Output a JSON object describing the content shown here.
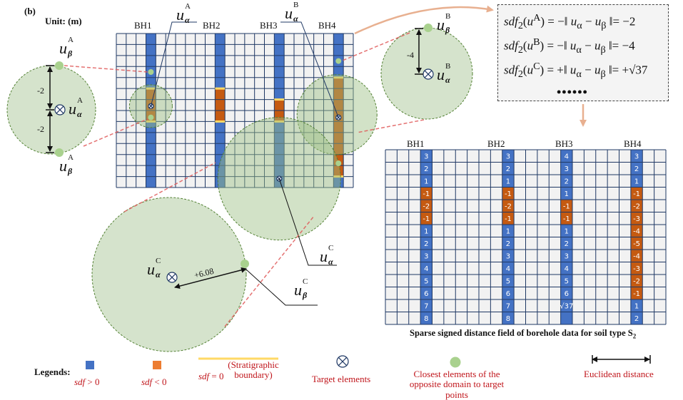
{
  "figure": {
    "panel_label": "(b)",
    "unit_label": "Unit: (m)"
  },
  "left_grid": {
    "rows": 14,
    "cols": 24,
    "boreholes": [
      {
        "label": "BH1",
        "col": 3,
        "negative_rows": [
          5,
          6,
          7
        ],
        "boundaries_after_rows": [
          4,
          7
        ]
      },
      {
        "label": "BH2",
        "col": 10,
        "negative_rows": [
          5,
          6,
          7
        ],
        "boundaries_after_rows": [
          4,
          7
        ]
      },
      {
        "label": "BH3",
        "col": 16,
        "negative_rows": [
          6,
          7
        ],
        "boundaries_after_rows": [
          5,
          7
        ]
      },
      {
        "label": "BH4",
        "col": 22,
        "negative_rows": [
          4,
          5,
          6,
          7,
          8,
          9,
          10,
          11,
          12
        ],
        "boundaries_after_rows": [
          3,
          12
        ]
      }
    ],
    "target_points": [
      {
        "id": "A",
        "label_main": "u",
        "label_sup": "A",
        "label_sub": "α"
      },
      {
        "id": "B",
        "label_main": "u",
        "label_sup": "B",
        "label_sub": "α"
      },
      {
        "id": "C",
        "label_main": "u",
        "label_sup": "C",
        "label_sub": "α"
      }
    ]
  },
  "callouts": {
    "A": {
      "alpha_label": {
        "main": "u",
        "sup": "A",
        "sub": "α"
      },
      "beta_label": {
        "main": "u",
        "sup": "A",
        "sub": "β"
      },
      "distance_up": "-2",
      "distance_down": "-2"
    },
    "B": {
      "alpha_label": {
        "main": "u",
        "sup": "B",
        "sub": "α"
      },
      "beta_label": {
        "main": "u",
        "sup": "B",
        "sub": "β"
      },
      "distance": "-4"
    },
    "C": {
      "alpha_label": {
        "main": "u",
        "sup": "C",
        "sub": "α"
      },
      "beta_label": {
        "main": "u",
        "sup": "C",
        "sub": "β"
      },
      "distance": "+6.08"
    }
  },
  "formulas": {
    "lines": [
      {
        "fn": "sdf",
        "sub": "2",
        "point_sup": "A",
        "sign": "−",
        "result": "−2"
      },
      {
        "fn": "sdf",
        "sub": "2",
        "point_sup": "B",
        "sign": "−",
        "result": "−4"
      },
      {
        "fn": "sdf",
        "sub": "2",
        "point_sup": "C",
        "sign": "+",
        "result": "+√37"
      }
    ],
    "ellipsis": "••••••"
  },
  "right_grid": {
    "rows": 14,
    "cols": 24,
    "boreholes": [
      {
        "label": "BH1",
        "col": 3,
        "values": [
          "3",
          "2",
          "1",
          "-1",
          "-2",
          "-1",
          "1",
          "2",
          "3",
          "4",
          "5",
          "6",
          "7",
          "8"
        ]
      },
      {
        "label": "BH2",
        "col": 10,
        "values": [
          "3",
          "2",
          "1",
          "-1",
          "-2",
          "-1",
          "1",
          "2",
          "3",
          "4",
          "5",
          "6",
          "7",
          "8"
        ]
      },
      {
        "label": "BH3",
        "col": 15,
        "values": [
          "4",
          "3",
          "2",
          "1",
          "-1",
          "-1",
          "1",
          "2",
          "3",
          "4",
          "5",
          "6",
          "√37",
          ""
        ]
      },
      {
        "label": "BH4",
        "col": 21,
        "values": [
          "3",
          "2",
          "1",
          "-1",
          "-2",
          "-3",
          "-4",
          "-5",
          "-4",
          "-3",
          "-2",
          "-1",
          "1",
          "2"
        ]
      }
    ],
    "caption": "Sparse signed distance field of  borehole data for soil type S",
    "caption_sub": "2"
  },
  "legend": {
    "title": "Legends:",
    "items": [
      {
        "id": "positive",
        "label": "sdf > 0",
        "color": "#4472c4"
      },
      {
        "id": "negative",
        "label": "sdf < 0",
        "color": "#ed7d31"
      },
      {
        "id": "boundary",
        "label_italic": "sdf",
        "label_eq": " = 0",
        "label_note": "(Stratigraphic boundary)",
        "color": "#ffd966"
      },
      {
        "id": "target",
        "label": "Target elements"
      },
      {
        "id": "closest",
        "label": "Closest elements of the opposite domain to target points",
        "color": "#a9d18e"
      },
      {
        "id": "euclid",
        "label": "Euclidean distance"
      }
    ]
  },
  "colors": {
    "positive": "#4472c4",
    "negative": "#c55a11",
    "boundary": "#ffd966",
    "circle_fill": "#c5d9b5",
    "circle_stroke": "#548235",
    "closest_dot": "#a9d18e",
    "leader_red": "#e05a5a",
    "arrow_peach": "#e8b090",
    "grid_line": "#1f3864",
    "cell_bg": "#f2f2f2"
  }
}
